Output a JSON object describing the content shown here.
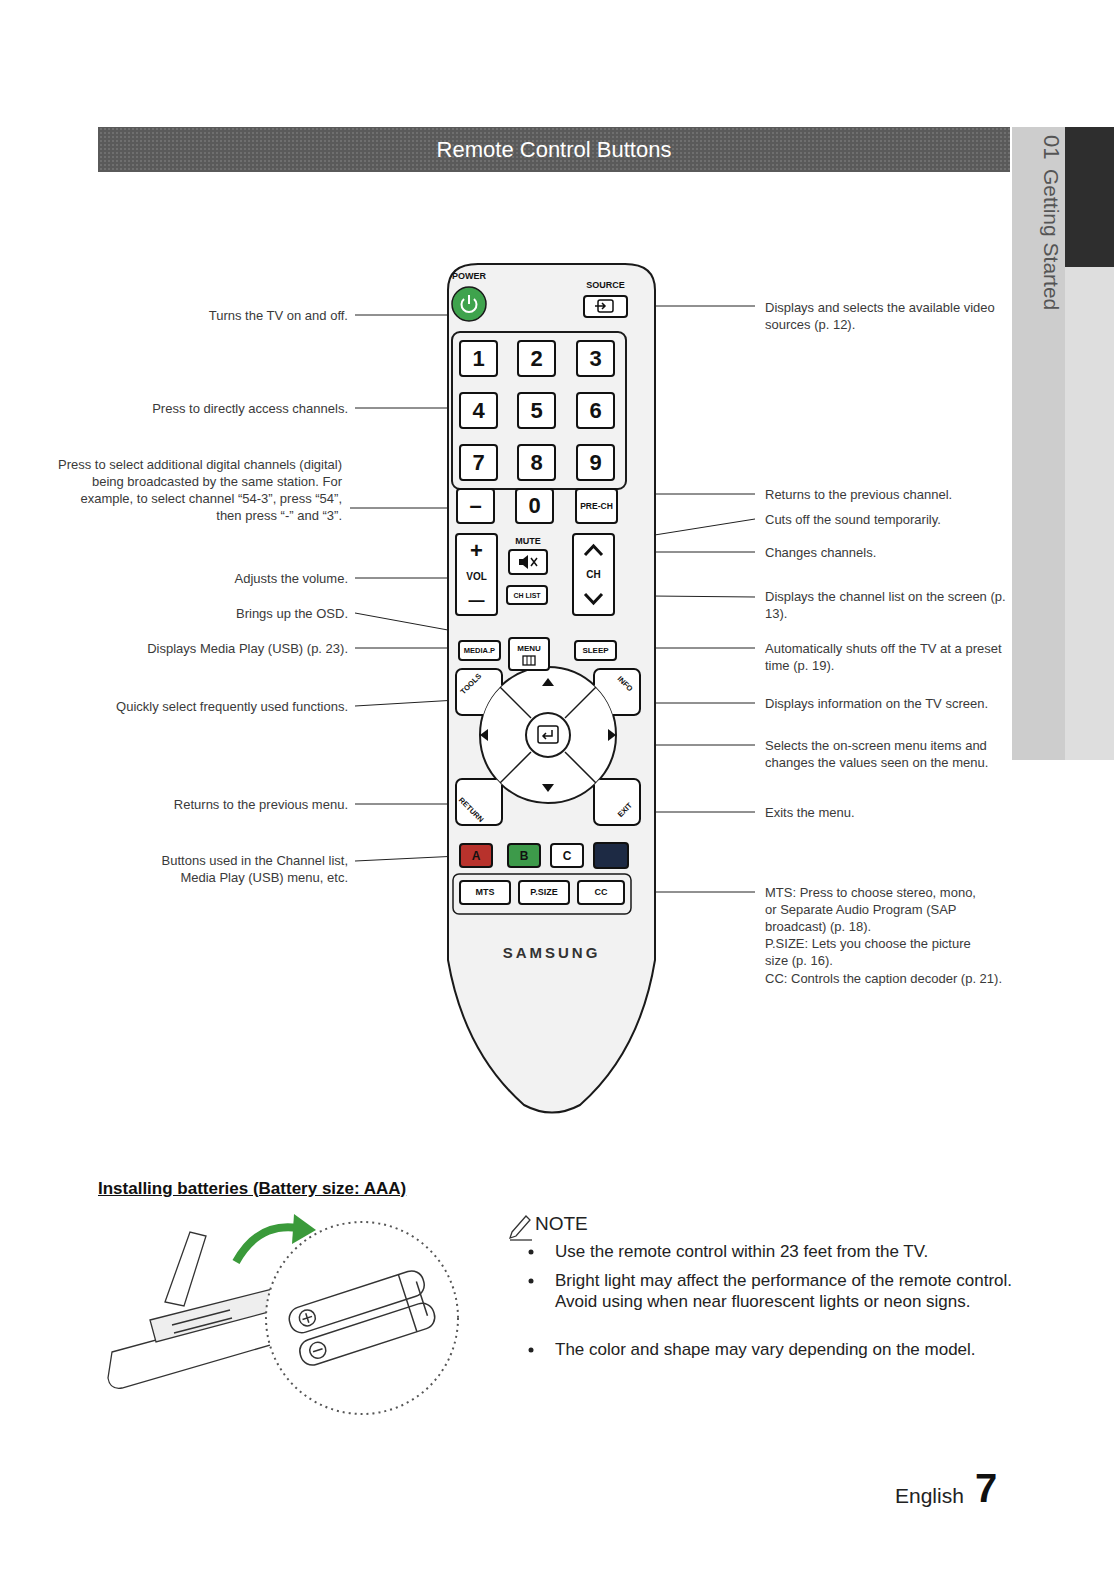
{
  "diagram": {
    "title": "Remote Control Buttons",
    "nodes": [
      {
        "text": [
          "01",
          "Getting Started"
        ]
      },
      {
        "text": [
          "SAMSUNG"
        ]
      },
      {
        "text": [
          "POWER"
        ],
        "in": 1
      },
      {
        "text": [
          "SOURCE"
        ],
        "in": 1
      },
      {
        "text": [
          "1"
        ],
        "in": 1
      },
      {
        "text": [
          "2"
        ],
        "in": 1
      },
      {
        "text": [
          "3"
        ],
        "in": 1
      },
      {
        "text": [
          "4"
        ],
        "in": 1
      },
      {
        "text": [
          "5"
        ],
        "in": 1
      },
      {
        "text": [
          "6"
        ],
        "in": 1
      },
      {
        "text": [
          "7"
        ],
        "in": 1
      },
      {
        "text": [
          "8"
        ],
        "in": 1
      },
      {
        "text": [
          "9"
        ],
        "in": 1
      },
      {
        "text": [
          "–"
        ],
        "in": 1
      },
      {
        "text": [
          "0"
        ],
        "in": 1
      },
      {
        "text": [
          "PRE-CH"
        ],
        "in": 1
      },
      {
        "text": [
          "+",
          "VOL",
          "—"
        ],
        "in": 1
      },
      {
        "text": [
          "MUTE"
        ],
        "in": 1
      },
      {
        "text": [
          "CH"
        ],
        "in": 1
      },
      {
        "text": [
          "CH LIST"
        ],
        "in": 1
      },
      {
        "text": [
          "MEDIA.P"
        ],
        "in": 1
      },
      {
        "text": [
          "MENU"
        ],
        "in": 1
      },
      {
        "text": [
          "SLEEP"
        ],
        "in": 1
      },
      {
        "text": [
          "TOOLS"
        ],
        "in": 1
      },
      {
        "text": [
          "INFO"
        ],
        "in": 1
      },
      {
        "text": [
          "RETURN"
        ],
        "in": 1
      },
      {
        "text": [
          "EXIT"
        ],
        "in": 1
      },
      {
        "text": [
          "A"
        ],
        "in": 1
      },
      {
        "text": [
          "B"
        ],
        "in": 1
      },
      {
        "text": [
          "C"
        ],
        "in": 1
      },
      {
        "text": [
          "MTS"
        ],
        "in": 1
      },
      {
        "text": [
          "P.SIZE"
        ],
        "in": 1
      },
      {
        "text": [
          "CC"
        ],
        "in": 1
      }
    ],
    "labels": [
      "Turns the TV on and off.",
      "Press to directly access channels.",
      "Press to select additional digital channels (digital) being broadcasted by the same station. For example, to select channel “54-3”, press “54”, then press “-” and “3”.",
      "Adjusts the volume.",
      "Brings up the OSD.",
      "Displays Media Play (USB) (p. 23).",
      "Quickly select frequently used functions.",
      "Returns to the previous menu.",
      "Buttons used in the Channel list, Media Play (USB) menu, etc.",
      "Displays and selects the available video sources (p. 12).",
      "Returns to the previous channel.",
      "Cuts off the sound temporarily.",
      "Changes channels.",
      "Displays the channel list on the screen (p. 13).",
      "Automatically shuts off the TV at a preset time (p. 19).",
      "Displays information on the TV screen.",
      "Selects the on-screen menu items and changes the values seen on the menu.",
      "Exits the menu.",
      "MTS: Press to choose stereo, mono, or Separate Audio Program (SAP broadcast) (p. 18).",
      "P.SIZE: Lets you choose the picture size (p. 16).",
      "CC: Controls the caption decoder (p. 21).",
      "Installing batteries (Battery size: AAA)",
      "NOTE",
      "Use the remote control within 23 feet from the TV.",
      "Bright light may affect the performance of the remote control. Avoid using when near fluorescent lights or neon signs.",
      "The color and shape may vary depending on the model.",
      "English",
      "7"
    ]
  }
}
